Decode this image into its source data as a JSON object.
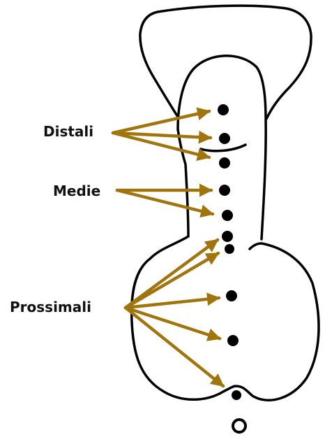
{
  "labels": {
    "distali": "Distali",
    "medie": "Medie",
    "prossimali": "Prossimali"
  },
  "colors": {
    "outline": "#000000",
    "arrow": "#A0750E",
    "dot": "#000000",
    "text": "#111111"
  }
}
